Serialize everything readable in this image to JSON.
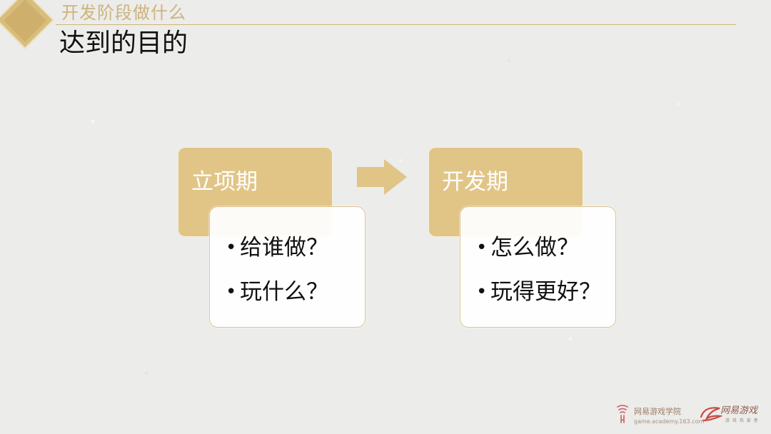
{
  "header": {
    "section_title": "开发阶段做什么",
    "page_title": "达到的目的"
  },
  "colors": {
    "gold": "#e1c587",
    "gold_dark": "#ceb06c",
    "title_text": "#111111",
    "section_text": "#ceb37c",
    "panel_fill": "#ffffff"
  },
  "diagram": {
    "phases": [
      {
        "label": "立项期",
        "items": [
          {
            "bullet": "•",
            "text": "给谁做？"
          },
          {
            "bullet": "•",
            "text": "玩什么？"
          }
        ]
      },
      {
        "label": "开发期",
        "items": [
          {
            "bullet": "•",
            "text": "怎么做？"
          },
          {
            "bullet": "•",
            "text": "玩得更好？"
          }
        ]
      }
    ],
    "connector_icon": "right-arrow-icon"
  },
  "footer": {
    "academy_name": "网易游戏学院",
    "academy_url": "game.academy.163.com",
    "brand_name": "网易游戏",
    "brand_tagline": "游 戏 热 爱 者"
  }
}
